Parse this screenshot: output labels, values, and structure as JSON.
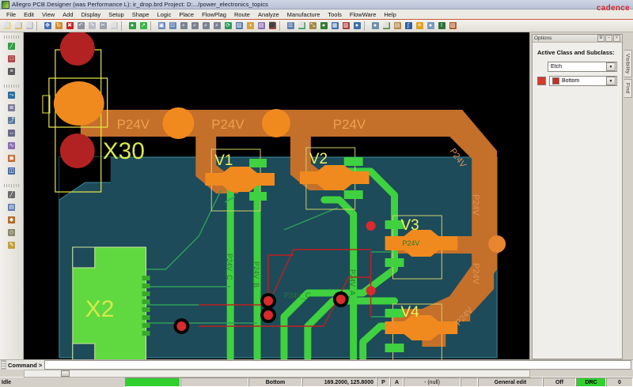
{
  "window": {
    "title": "Allegro PCB Designer (was Performance L): ir_drop.brd  Project: D:.../power_electronics_topics",
    "brand": "cadence"
  },
  "menubar": {
    "items": [
      {
        "label": "File"
      },
      {
        "label": "Edit"
      },
      {
        "label": "View"
      },
      {
        "label": "Add"
      },
      {
        "label": "Display"
      },
      {
        "label": "Setup"
      },
      {
        "label": "Shape"
      },
      {
        "label": "Logic"
      },
      {
        "label": "Place"
      },
      {
        "label": "FlowPlag"
      },
      {
        "label": "Route"
      },
      {
        "label": "Analyze"
      },
      {
        "label": "Manufacture"
      },
      {
        "label": "Tools"
      },
      {
        "label": "FlowWare"
      },
      {
        "label": "Help"
      }
    ]
  },
  "toolbar": {
    "buttons": [
      {
        "name": "new-file-icon",
        "glyph": "⬜",
        "color": "#f2d88a"
      },
      {
        "name": "open-folder-icon",
        "glyph": "⬜",
        "color": "#e6b45c"
      },
      {
        "name": "save-icon",
        "glyph": "⬜",
        "color": "#b9bcc6"
      },
      {
        "name": "separator-1",
        "glyph": "",
        "color": ""
      },
      {
        "name": "move-icon",
        "glyph": "✥",
        "color": "#4a6fb5"
      },
      {
        "name": "rotate-icon",
        "glyph": "↻",
        "color": "#d08a2a"
      },
      {
        "name": "delete-icon",
        "glyph": "✖",
        "color": "#cc2222"
      },
      {
        "name": "undo-icon",
        "glyph": "↶",
        "color": "#8a8f9a"
      },
      {
        "name": "redo-icon",
        "glyph": "↷",
        "color": "#b9bcc6"
      },
      {
        "name": "cut-icon",
        "glyph": "✂",
        "color": "#9aa0ab"
      },
      {
        "name": "copy-icon",
        "glyph": "⬜",
        "color": "#c9cdd6"
      },
      {
        "name": "separator-2",
        "glyph": "",
        "color": ""
      },
      {
        "name": "add-shape-icon",
        "glyph": "●",
        "color": "#2f9e44"
      },
      {
        "name": "ruler-icon",
        "glyph": "↗",
        "color": "#3bb54a"
      },
      {
        "name": "separator-3",
        "glyph": "",
        "color": ""
      },
      {
        "name": "window-zoom-icon",
        "glyph": "▣",
        "color": "#6a88b8"
      },
      {
        "name": "grid-icon",
        "glyph": "☷",
        "color": "#6a88b8"
      },
      {
        "name": "zoom-fit-icon",
        "glyph": "⌕",
        "color": "#7a8290"
      },
      {
        "name": "zoom-in-icon",
        "glyph": "⌕",
        "color": "#7a8290"
      },
      {
        "name": "zoom-out-icon",
        "glyph": "⌕",
        "color": "#7a8290"
      },
      {
        "name": "zoom-previous-icon",
        "glyph": "⌕",
        "color": "#7a8290"
      },
      {
        "name": "refresh-icon",
        "glyph": "⟳",
        "color": "#2a9d5c"
      },
      {
        "name": "color-dialog-icon",
        "glyph": "▨",
        "color": "#5878ad"
      },
      {
        "name": "settings-icon",
        "glyph": "◑",
        "color": "#d9a13a"
      },
      {
        "name": "layers-icon",
        "glyph": "▤",
        "color": "#8a6fb0"
      },
      {
        "name": "board-icon",
        "glyph": "⬛",
        "color": "#c0392b"
      },
      {
        "name": "separator-4",
        "glyph": "",
        "color": ""
      },
      {
        "name": "report-icon",
        "glyph": "☰",
        "color": "#5e7fb5"
      },
      {
        "name": "drc-icon",
        "glyph": "⬜",
        "color": "#3aa05a"
      },
      {
        "name": "dimension-icon",
        "glyph": "⤡",
        "color": "#a0894a"
      },
      {
        "name": "globe-icon",
        "glyph": "●",
        "color": "#2f7d32"
      },
      {
        "name": "database-icon",
        "glyph": "▦",
        "color": "#3f6fad"
      },
      {
        "name": "table-icon",
        "glyph": "▥",
        "color": "#b03a3a"
      },
      {
        "name": "analyze-icon",
        "glyph": "●",
        "color": "#3b6fa8"
      },
      {
        "name": "separator-5",
        "glyph": "",
        "color": ""
      },
      {
        "name": "help-circle-icon",
        "glyph": "●",
        "color": "#6f8fae"
      },
      {
        "name": "library-icon",
        "glyph": "⬜",
        "color": "#4f8a3a"
      },
      {
        "name": "stackup-icon",
        "glyph": "▤",
        "color": "#b08a4a"
      },
      {
        "name": "signal-icon",
        "glyph": "∫",
        "color": "#2f5fa8"
      },
      {
        "name": "star-icon",
        "glyph": "☀",
        "color": "#e0a020"
      },
      {
        "name": "sphere-icon",
        "glyph": "●",
        "color": "#7a9ac0"
      },
      {
        "name": "text-icon",
        "glyph": "I",
        "color": "#2f6f3a"
      },
      {
        "name": "constraint-icon",
        "glyph": "▧",
        "color": "#b05a2a"
      }
    ]
  },
  "lefttoolbar": {
    "groups": [
      {
        "buttons": [
          {
            "name": "add-line-icon",
            "glyph": "╱",
            "color": "#2f9e44"
          },
          {
            "name": "add-rect-icon",
            "glyph": "□",
            "color": "#b04a4a"
          },
          {
            "name": "add-text-icon",
            "glyph": "≡",
            "color": "#5a5a5a"
          }
        ]
      },
      {
        "buttons": [
          {
            "name": "route-connect-icon",
            "glyph": "⤳",
            "color": "#2f6fa0"
          },
          {
            "name": "slide-icon",
            "glyph": "≣",
            "color": "#7a7a9a"
          },
          {
            "name": "vertex-icon",
            "glyph": "⤴",
            "color": "#5a7a9a"
          },
          {
            "name": "delay-tune-icon",
            "glyph": "↔",
            "color": "#6a6a8a"
          },
          {
            "name": "custom-smooth-icon",
            "glyph": "∿",
            "color": "#8a6fb0"
          },
          {
            "name": "copper-icon",
            "glyph": "▣",
            "color": "#c0642b"
          },
          {
            "name": "shape-edit-icon",
            "glyph": "◫",
            "color": "#4a6aa0"
          }
        ]
      },
      {
        "buttons": [
          {
            "name": "measure-icon",
            "glyph": "╱",
            "color": "#6a6a6a"
          },
          {
            "name": "show-element-icon",
            "glyph": "▤",
            "color": "#5a7ab0"
          },
          {
            "name": "highlight-icon",
            "glyph": "◆",
            "color": "#b06a2a"
          },
          {
            "name": "dehighlight-icon",
            "glyph": "◇",
            "color": "#8a8a6a"
          },
          {
            "name": "pencil-icon",
            "glyph": "✎",
            "color": "#c0a040"
          }
        ]
      }
    ]
  },
  "options_panel": {
    "title": "Options",
    "heading": "Active Class and Subclass:",
    "class_value": "Etch",
    "subclass_value": "Bottom",
    "subclass_swatch": "#cc2b22",
    "side_swatch": "#d63a2c",
    "titlebar_buttons": [
      {
        "name": "panel-pin-button",
        "glyph": "⚙"
      },
      {
        "name": "panel-minimize-button",
        "glyph": "–"
      },
      {
        "name": "panel-close-button",
        "glyph": "×"
      }
    ],
    "dropdown_arrow": "▼"
  },
  "side_tabs": [
    {
      "label": "Visibility",
      "name": "tab-visibility"
    },
    {
      "label": "Find",
      "name": "tab-find"
    }
  ],
  "command_bar": {
    "label": "Command >",
    "value": ""
  },
  "statusbar": {
    "state": "Idle",
    "layer": "Bottom",
    "coordinates": "169.2000, 125.8000",
    "pick_mode": "P",
    "angle_mode": "A",
    "selection": "- (null)",
    "mode": "General edit",
    "snap": "Off",
    "drc": "DRC",
    "drc_count": "0"
  },
  "pcb": {
    "background": "#000000",
    "plane_fill": "#1d4b5a",
    "plane_outline": "#3f8fa0",
    "copper_p24v": "#c4702a",
    "copper_p24v_bright": "#e8852f",
    "pad_orange": "#f08a1e",
    "pad_red": "#b32222",
    "trace_green": "#3fd13f",
    "trace_green_dark": "#2f9e2f",
    "ratline_red": "#c02020",
    "ratline_green": "#2f9e5a",
    "outline_yellow": "#e8e84a",
    "silk_yellow": "#e8e84a",
    "net_label_color": "#f0a050",
    "components": [
      {
        "ref": "X30",
        "name": "component-x30"
      },
      {
        "ref": "X2",
        "name": "component-x2"
      },
      {
        "ref": "V1",
        "name": "component-v1"
      },
      {
        "ref": "V2",
        "name": "component-v2"
      },
      {
        "ref": "V3",
        "name": "component-v3"
      },
      {
        "ref": "V4",
        "name": "component-v4"
      }
    ],
    "net_labels": [
      {
        "text": "P24V",
        "name": "net-label-p24v-1"
      },
      {
        "text": "P24V",
        "name": "net-label-p24v-2"
      },
      {
        "text": "P24V",
        "name": "net-label-p24v-3"
      },
      {
        "text": "P24V",
        "name": "net-label-p24v-4"
      },
      {
        "text": "P24V",
        "name": "net-label-p24v-5"
      },
      {
        "text": "P24V",
        "name": "net-label-p24v-6"
      },
      {
        "text": "P24V",
        "name": "net-label-p24v-7"
      }
    ]
  }
}
